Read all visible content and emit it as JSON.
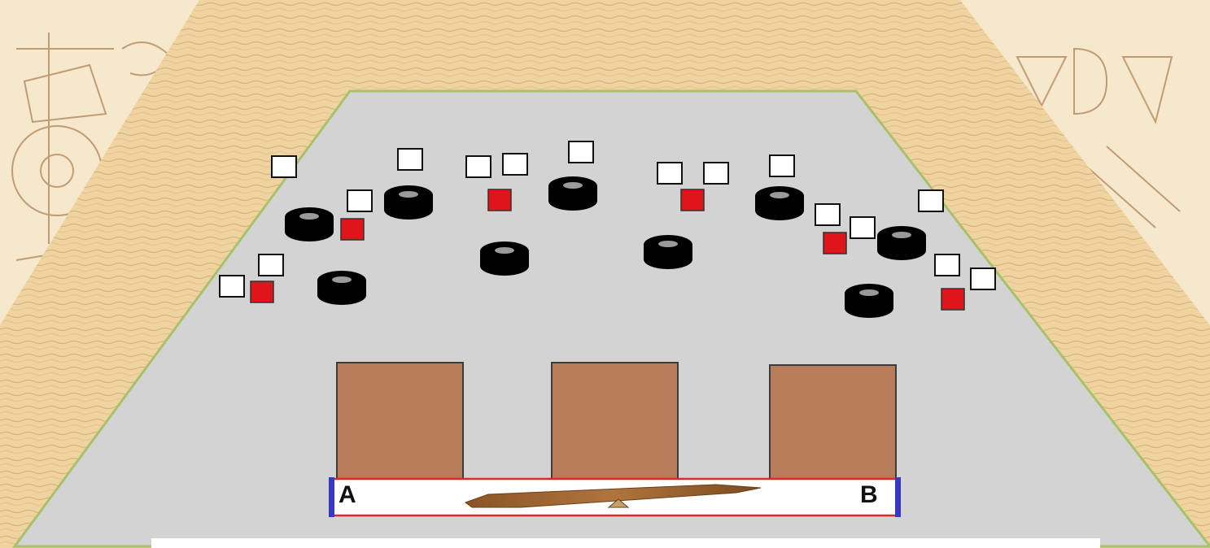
{
  "scene": {
    "wall_color": "#f2d9a8",
    "floor_color": "#d3d3d3",
    "floor_border_color": "#a9c26a",
    "crate_color": "#b97c5a",
    "marker_white": "#ffffff",
    "marker_red": "#e0141b",
    "wheel_color": "#000000",
    "beam_border_color": "#e02626",
    "beam_end_color": "#3737c8"
  },
  "beam": {
    "left_label": "A",
    "right_label": "B"
  },
  "icons": {
    "wheel": "tire-icon",
    "marker_empty": "empty-square-icon",
    "marker_active": "red-square-icon",
    "seesaw": "seesaw-plank-icon",
    "crate": "crate-block"
  },
  "bottom_panel": {
    "partial_text": ""
  }
}
